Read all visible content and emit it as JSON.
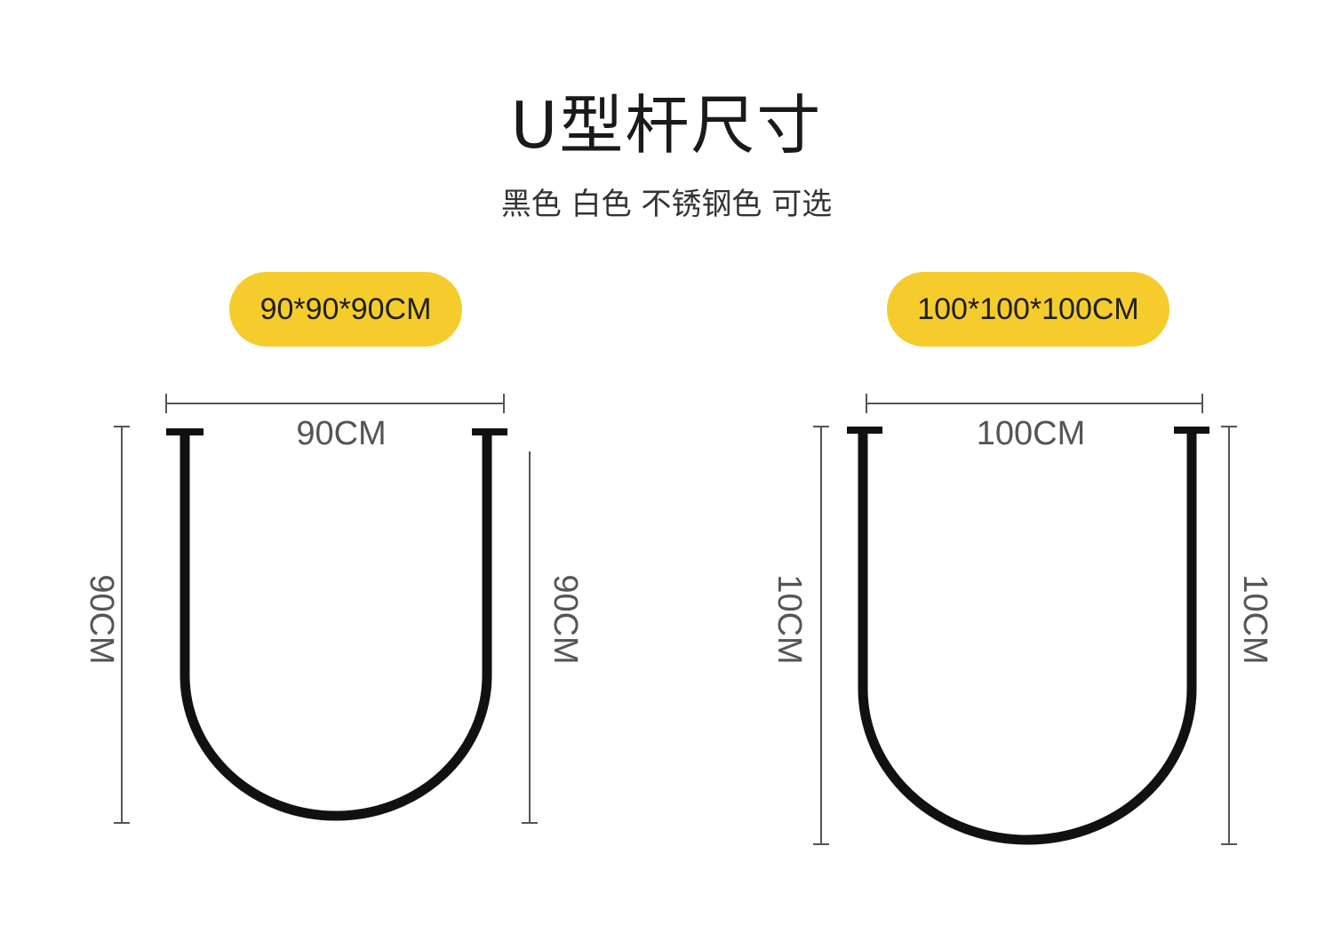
{
  "header": {
    "title": "U型杆尺寸",
    "subtitle": "黑色 白色 不锈钢色 可选"
  },
  "colors": {
    "badge": "#f5cc2c",
    "rod": "#111111",
    "dimension_line": "#555555"
  },
  "products": [
    {
      "badge": "90*90*90CM",
      "width_label": "90CM",
      "left_height_label": "90CM",
      "right_height_label": "90CM"
    },
    {
      "badge": "100*100*100CM",
      "width_label": "100CM",
      "left_height_label": "10CM",
      "right_height_label": "10CM"
    }
  ]
}
